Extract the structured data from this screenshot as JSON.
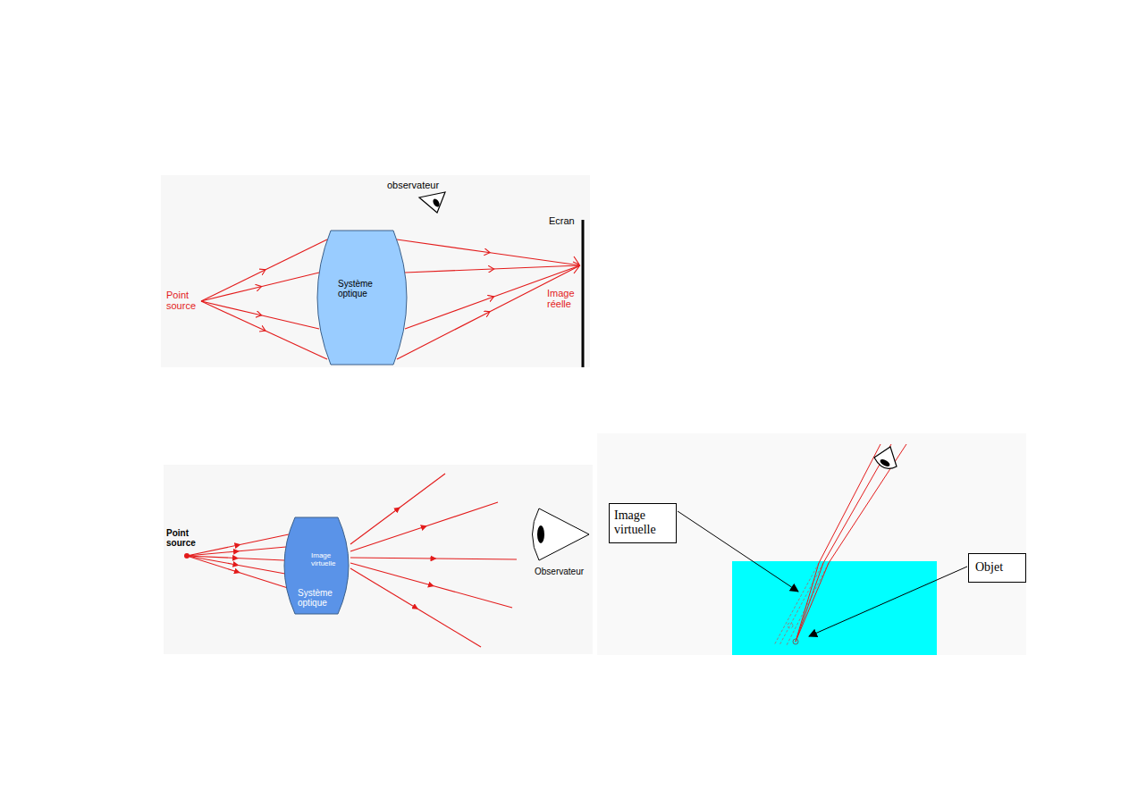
{
  "diagram": {
    "nodes": [
      {
        "text": [
          "Système optique"
        ]
      },
      {
        "text": [
          "Image virtuelle",
          "Système optique"
        ]
      },
      {
        "text": [
          "Image virtuelle"
        ]
      },
      {
        "text": [
          "Objet"
        ]
      }
    ],
    "labels": [
      "observateur",
      "Ecran",
      "Point source",
      "Image réelle",
      "Point source",
      "Observateur"
    ]
  }
}
